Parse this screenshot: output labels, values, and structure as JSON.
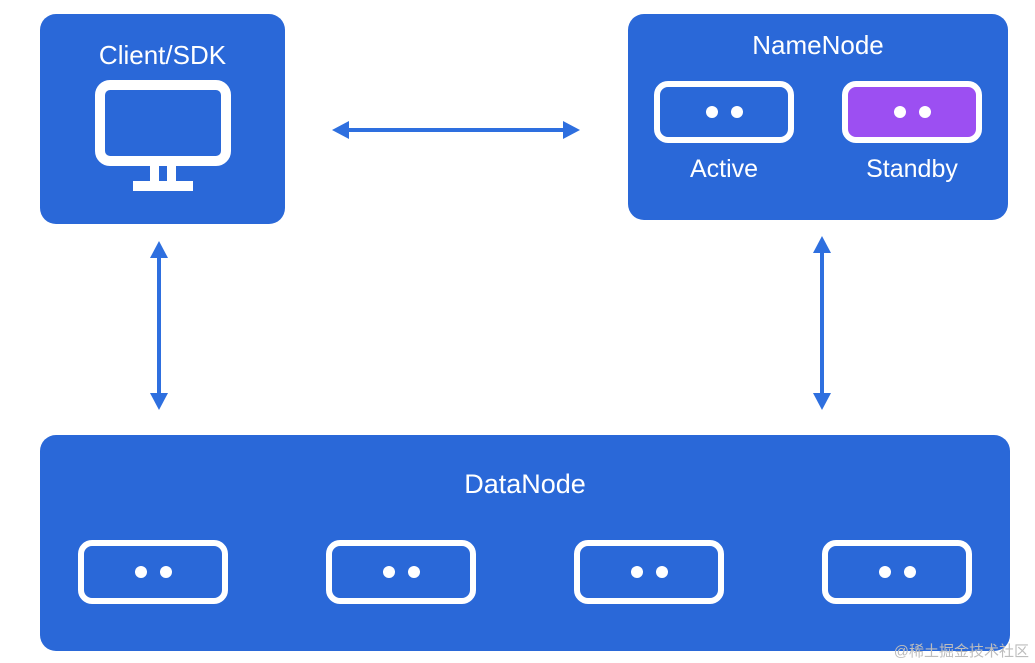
{
  "diagram": {
    "client_box": {
      "label": "Client/SDK"
    },
    "namenode_box": {
      "title": "NameNode",
      "nodes": [
        {
          "label": "Active",
          "variant": "active"
        },
        {
          "label": "Standby",
          "variant": "standby"
        }
      ]
    },
    "datanode_box": {
      "title": "DataNode",
      "node_count": 4
    },
    "watermark": "@稀土掘金技术社区"
  },
  "colors": {
    "box_blue": "#2a68d8",
    "standby_purple": "#9c4ff2",
    "arrow_blue": "#2e6fdf",
    "text_white": "#ffffff",
    "watermark_gray": "#bdbdbd"
  }
}
